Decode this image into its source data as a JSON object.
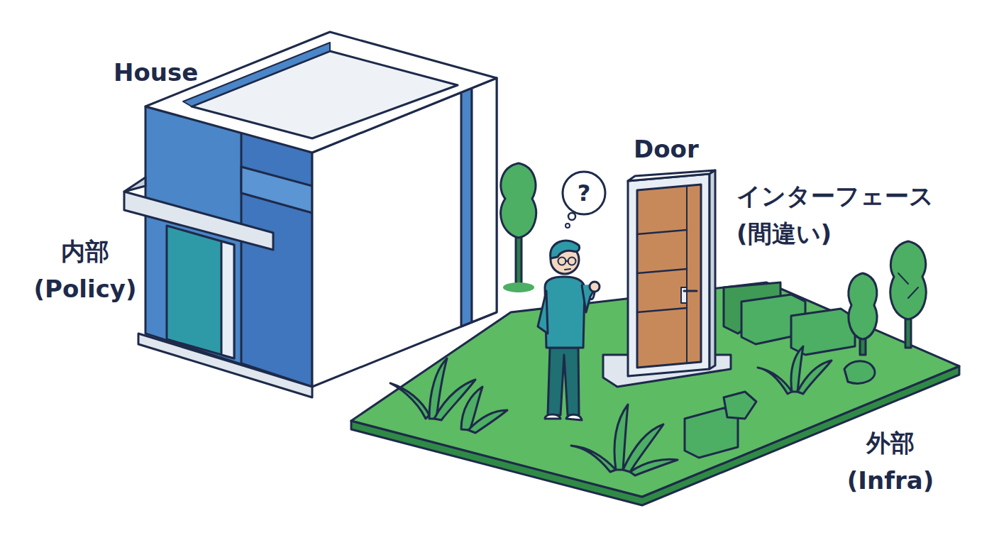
{
  "diagram": {
    "nodes": [
      {
        "text": [
          "?"
        ]
      }
    ],
    "labels": [
      "House",
      "内部 (Policy)",
      "Door",
      "インターフェース (間違い)",
      "外部 (Infra)"
    ]
  }
}
